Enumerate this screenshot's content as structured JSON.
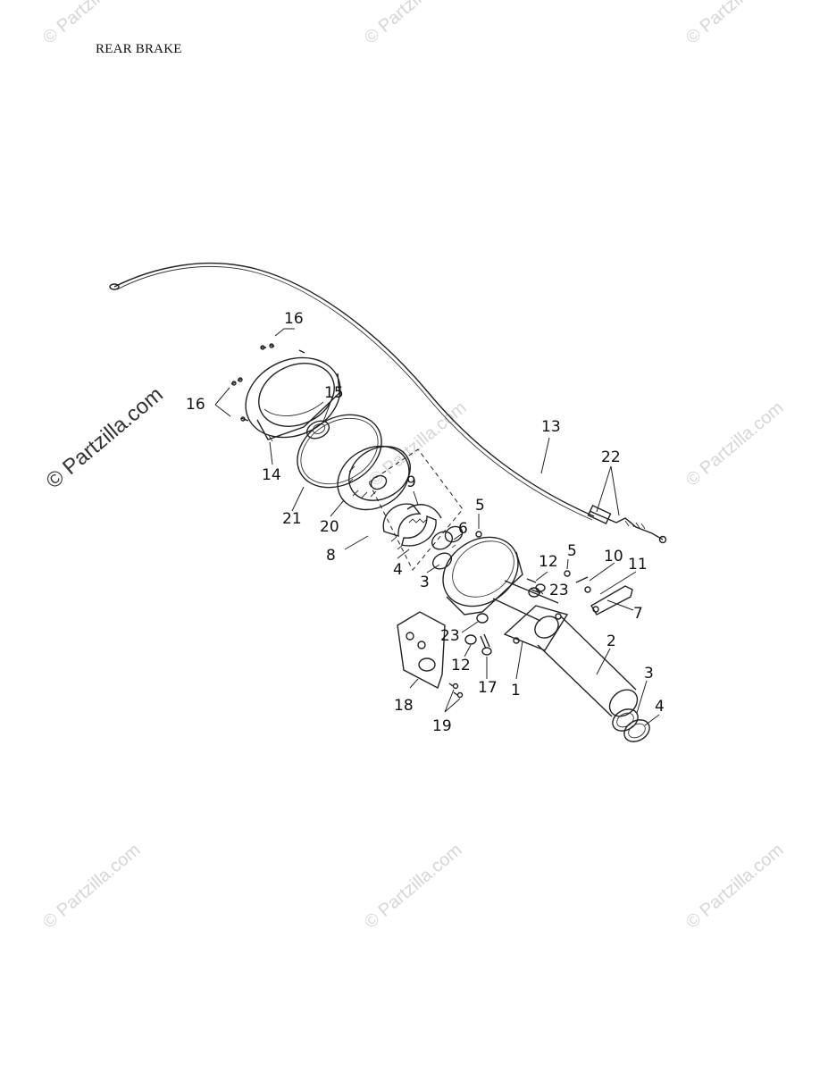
{
  "title": "REAR BRAKE",
  "watermark": "© Partzilla.com",
  "callouts": [
    {
      "id": "c16a",
      "text": "16"
    },
    {
      "id": "c16b",
      "text": "16"
    },
    {
      "id": "c15",
      "text": "15"
    },
    {
      "id": "c14",
      "text": "14"
    },
    {
      "id": "c13",
      "text": "13"
    },
    {
      "id": "c22",
      "text": "22"
    },
    {
      "id": "c9",
      "text": "9"
    },
    {
      "id": "c5a",
      "text": "5"
    },
    {
      "id": "c6",
      "text": "6"
    },
    {
      "id": "c21",
      "text": "21"
    },
    {
      "id": "c20",
      "text": "20"
    },
    {
      "id": "c8",
      "text": "8"
    },
    {
      "id": "c4a",
      "text": "4"
    },
    {
      "id": "c3a",
      "text": "3"
    },
    {
      "id": "c12a",
      "text": "12"
    },
    {
      "id": "c5b",
      "text": "5"
    },
    {
      "id": "c10",
      "text": "10"
    },
    {
      "id": "c11",
      "text": "11"
    },
    {
      "id": "c23a",
      "text": "23"
    },
    {
      "id": "c7",
      "text": "7"
    },
    {
      "id": "c23b",
      "text": "23"
    },
    {
      "id": "c2",
      "text": "2"
    },
    {
      "id": "c12b",
      "text": "12"
    },
    {
      "id": "c17",
      "text": "17"
    },
    {
      "id": "c1",
      "text": "1"
    },
    {
      "id": "c18",
      "text": "18"
    },
    {
      "id": "c19",
      "text": "19"
    },
    {
      "id": "c3b",
      "text": "3"
    },
    {
      "id": "c4b",
      "text": "4"
    }
  ]
}
